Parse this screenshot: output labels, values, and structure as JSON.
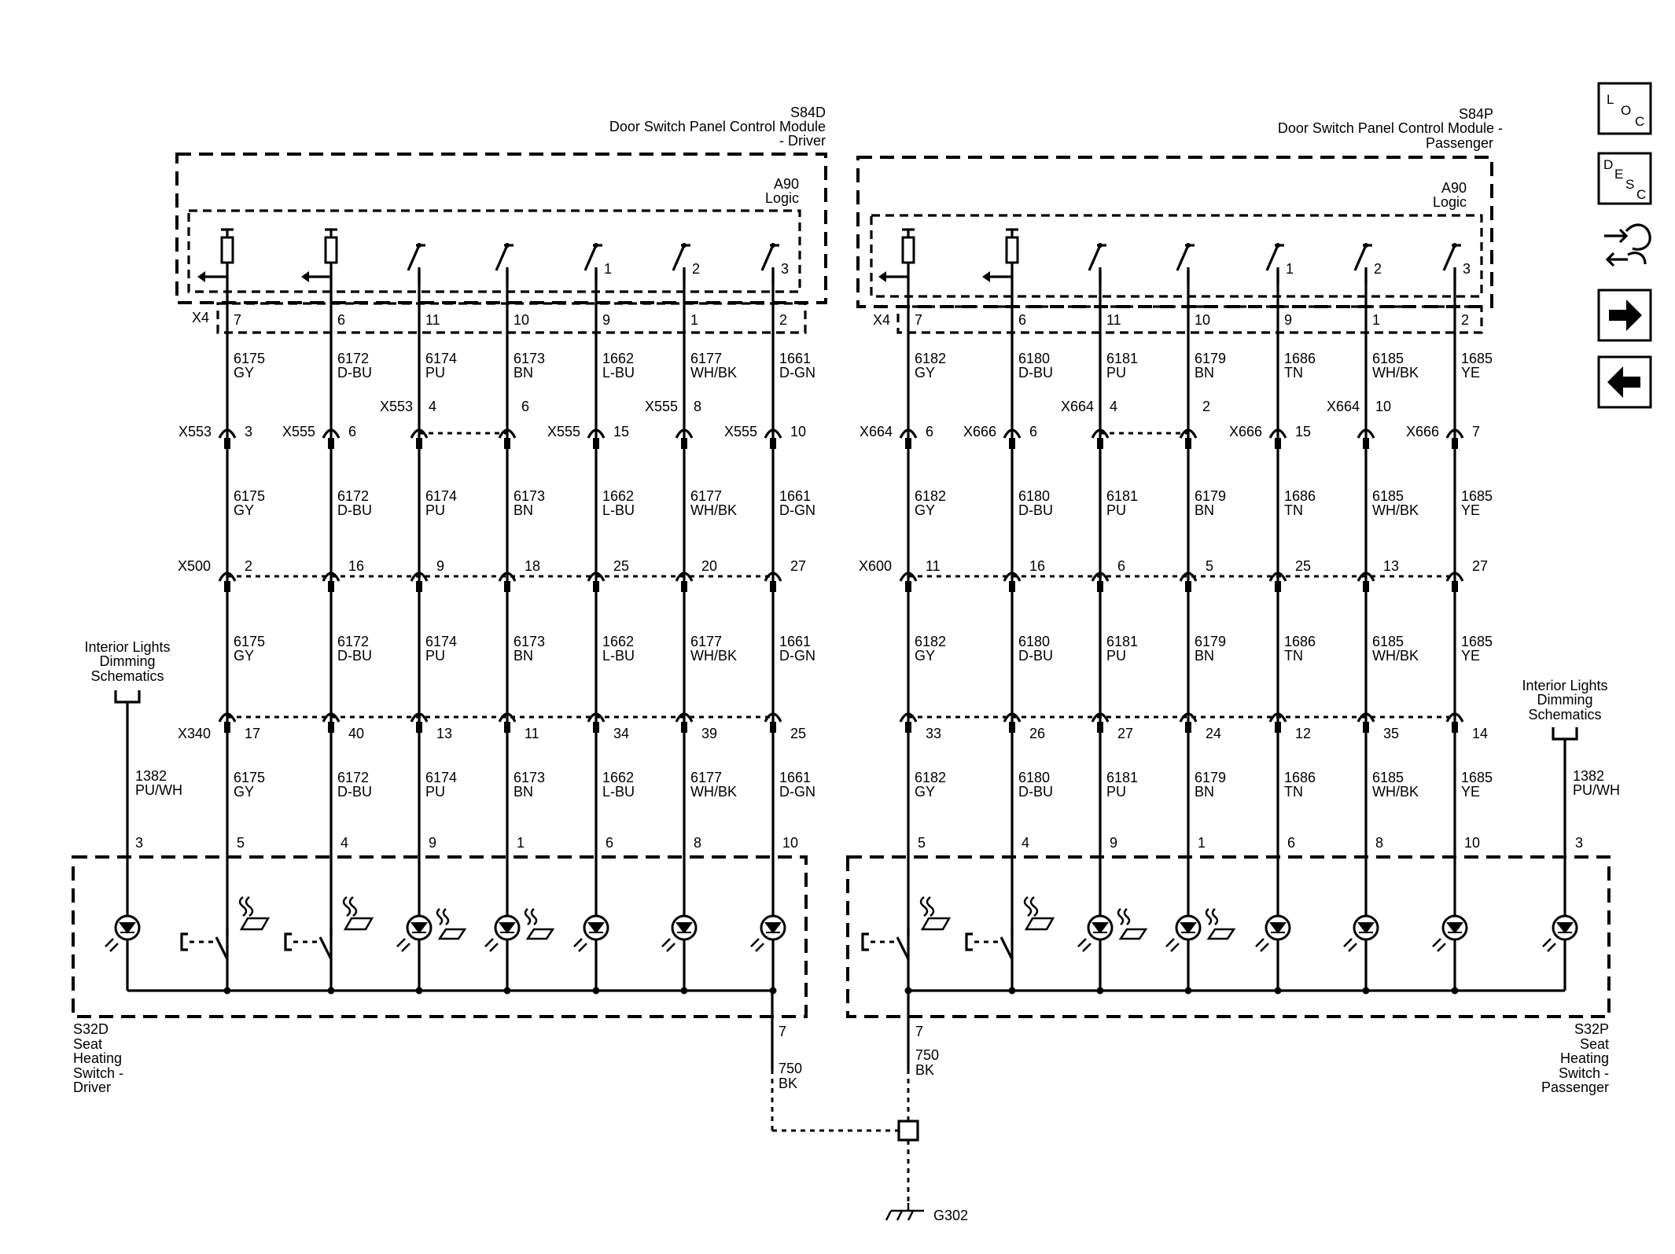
{
  "modules": {
    "driver": {
      "code": "S84D",
      "name_lines": [
        "Door Switch Panel Control Module",
        "- Driver"
      ],
      "logic_code": "A90",
      "logic_label": "Logic"
    },
    "passenger": {
      "code": "S84P",
      "name_lines": [
        "Door Switch Panel Control Module -",
        "Passenger"
      ],
      "logic_code": "A90",
      "logic_label": "Logic"
    }
  },
  "switches": {
    "driver": [
      "S32D",
      "Seat",
      "Heating",
      "Switch -",
      "Driver"
    ],
    "passenger": [
      "S32P",
      "Seat",
      "Heating",
      "Switch -",
      "Passenger"
    ]
  },
  "dimming_ref": [
    "Interior Lights",
    "Dimming",
    "Schematics"
  ],
  "dimming_wire": {
    "circuit": "1382",
    "color": "PU/WH",
    "pin": "3"
  },
  "x4_label": "X4",
  "sides": [
    {
      "name": "driver",
      "row_labels": {
        "x553": "X553",
        "x500": "X500",
        "x340": "X340"
      },
      "wires": [
        {
          "x4": "7",
          "circuit": "6175",
          "color": "GY",
          "c1": "X553",
          "p1": "3",
          "p2": "2",
          "p3": "17",
          "sp": "5",
          "sym": "resistor",
          "label_style": "left"
        },
        {
          "x4": "6",
          "circuit": "6172",
          "color": "D-BU",
          "c1": "X555",
          "p1": "6",
          "p2": "16",
          "p3": "40",
          "sp": "4",
          "sym": "resistor",
          "label_style": "left"
        },
        {
          "x4": "11",
          "circuit": "6174",
          "color": "PU",
          "c1": "X553",
          "p1": "4",
          "p2": "9",
          "p3": "13",
          "sp": "9",
          "sym": "switch",
          "sw": "",
          "label_style": "top"
        },
        {
          "x4": "10",
          "circuit": "6173",
          "color": "BN",
          "c1": "",
          "p1": "6",
          "p2": "18",
          "p3": "11",
          "sp": "1",
          "sym": "switch",
          "sw": "",
          "label_style": "right"
        },
        {
          "x4": "9",
          "circuit": "1662",
          "color": "L-BU",
          "c1": "X555",
          "p1": "15",
          "p2": "25",
          "p3": "34",
          "sp": "6",
          "sym": "switch",
          "sw": "1",
          "label_style": "left"
        },
        {
          "x4": "1",
          "circuit": "6177",
          "color": "WH/BK",
          "c1": "X555",
          "p1": "8",
          "p2": "20",
          "p3": "39",
          "sp": "8",
          "sym": "switch",
          "sw": "2",
          "label_style": "top"
        },
        {
          "x4": "2",
          "circuit": "1661",
          "color": "D-GN",
          "c1": "X555",
          "p1": "10",
          "p2": "27",
          "p3": "25",
          "sp": "10",
          "sym": "switch",
          "sw": "3",
          "label_style": "left"
        }
      ]
    },
    {
      "name": "passenger",
      "row_labels": {
        "x553": "X664",
        "x500": "X600",
        "x340": ""
      },
      "wires": [
        {
          "x4": "7",
          "circuit": "6182",
          "color": "GY",
          "c1": "X664",
          "p1": "6",
          "p2": "11",
          "p3": "33",
          "sp": "5",
          "sym": "resistor",
          "label_style": "left"
        },
        {
          "x4": "6",
          "circuit": "6180",
          "color": "D-BU",
          "c1": "X666",
          "p1": "6",
          "p2": "16",
          "p3": "26",
          "sp": "4",
          "sym": "resistor",
          "label_style": "left"
        },
        {
          "x4": "11",
          "circuit": "6181",
          "color": "PU",
          "c1": "X664",
          "p1": "4",
          "p2": "6",
          "p3": "27",
          "sp": "9",
          "sym": "switch",
          "sw": "",
          "label_style": "top"
        },
        {
          "x4": "10",
          "circuit": "6179",
          "color": "BN",
          "c1": "",
          "p1": "2",
          "p2": "5",
          "p3": "24",
          "sp": "1",
          "sym": "switch",
          "sw": "",
          "label_style": "right"
        },
        {
          "x4": "9",
          "circuit": "1686",
          "color": "TN",
          "c1": "X666",
          "p1": "15",
          "p2": "25",
          "p3": "12",
          "sp": "6",
          "sym": "switch",
          "sw": "1",
          "label_style": "left"
        },
        {
          "x4": "1",
          "circuit": "6185",
          "color": "WH/BK",
          "c1": "X664",
          "p1": "10",
          "p2": "13",
          "p3": "35",
          "sp": "8",
          "sym": "switch",
          "sw": "2",
          "label_style": "top"
        },
        {
          "x4": "2",
          "circuit": "1685",
          "color": "YE",
          "c1": "X666",
          "p1": "7",
          "p2": "27",
          "p3": "14",
          "sp": "10",
          "sym": "switch",
          "sw": "3",
          "label_style": "left"
        }
      ]
    }
  ],
  "ground": {
    "pin": "7",
    "circuit": "750",
    "color": "BK",
    "location": "G302"
  },
  "nav": {
    "loc": [
      "L",
      "O",
      "C"
    ],
    "desc": [
      "D",
      "E",
      "S",
      "C"
    ],
    "icons": [
      "connector-tool-icon",
      "arrow-right-icon",
      "arrow-left-icon"
    ]
  }
}
